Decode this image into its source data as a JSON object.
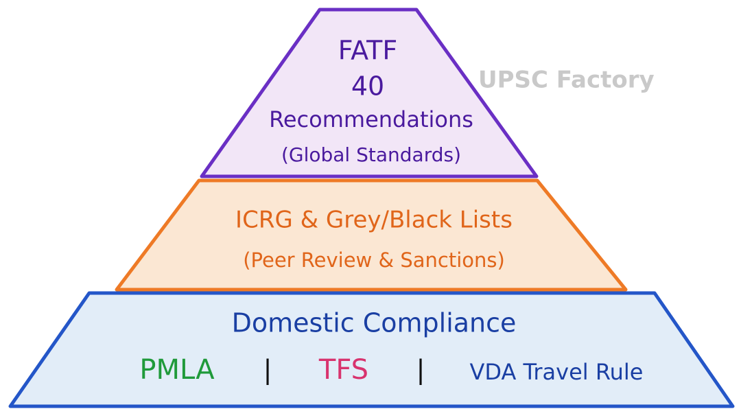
{
  "watermark": "UPSC Factory",
  "colors": {
    "top_fill": "#f2e6f7",
    "top_stroke": "#6a2fc4",
    "middle_fill": "#fbe7d3",
    "middle_stroke": "#ee7a26",
    "base_fill": "#e2edf8",
    "base_stroke": "#2456c8",
    "pmla": "#1f9a3a",
    "tfs": "#d8336e",
    "vda": "#1a3fa3"
  },
  "tiers": {
    "top": {
      "line1": "FATF",
      "line2": "40",
      "line3": "Recommendations",
      "line4": "(Global Standards)"
    },
    "middle": {
      "line1": "ICRG & Grey/Black Lists",
      "line2": "(Peer Review & Sanctions)"
    },
    "base": {
      "title": "Domestic Compliance",
      "items": [
        "PMLA",
        "TFS",
        "VDA Travel Rule"
      ],
      "separator": "|"
    }
  }
}
